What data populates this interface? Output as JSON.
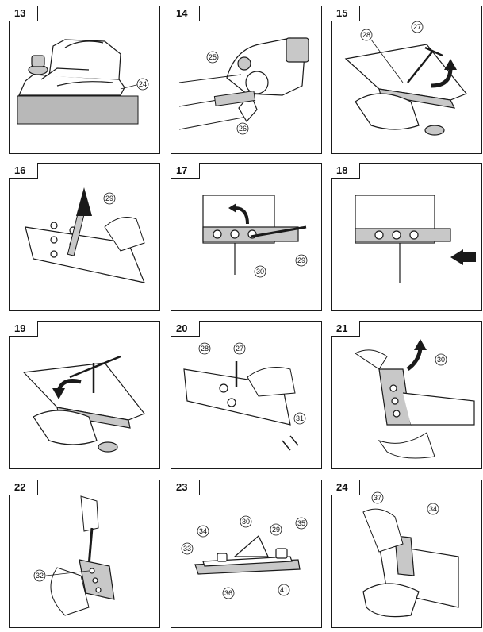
{
  "colors": {
    "stroke": "#1a1a1a",
    "shade": "#c8c8c8",
    "ground": "#b8b8b8",
    "background": "#ffffff"
  },
  "icons": {
    "arrow": "black-arrow-icon",
    "rotate": "curved-arrow-icon",
    "hand": "hand-icon"
  },
  "panels": [
    {
      "number": "13",
      "callouts": [
        "24"
      ]
    },
    {
      "number": "14",
      "callouts": [
        "25",
        "26"
      ]
    },
    {
      "number": "15",
      "callouts": [
        "27",
        "28"
      ]
    },
    {
      "number": "16",
      "callouts": [
        "29"
      ]
    },
    {
      "number": "17",
      "callouts": [
        "29",
        "30"
      ]
    },
    {
      "number": "18",
      "callouts": []
    },
    {
      "number": "19",
      "callouts": []
    },
    {
      "number": "20",
      "callouts": [
        "27",
        "28",
        "31"
      ]
    },
    {
      "number": "21",
      "callouts": [
        "30"
      ]
    },
    {
      "number": "22",
      "callouts": [
        "32"
      ]
    },
    {
      "number": "23",
      "callouts": [
        "29",
        "30",
        "33",
        "34",
        "35",
        "36",
        "41"
      ]
    },
    {
      "number": "24",
      "callouts": [
        "34",
        "37"
      ]
    }
  ]
}
